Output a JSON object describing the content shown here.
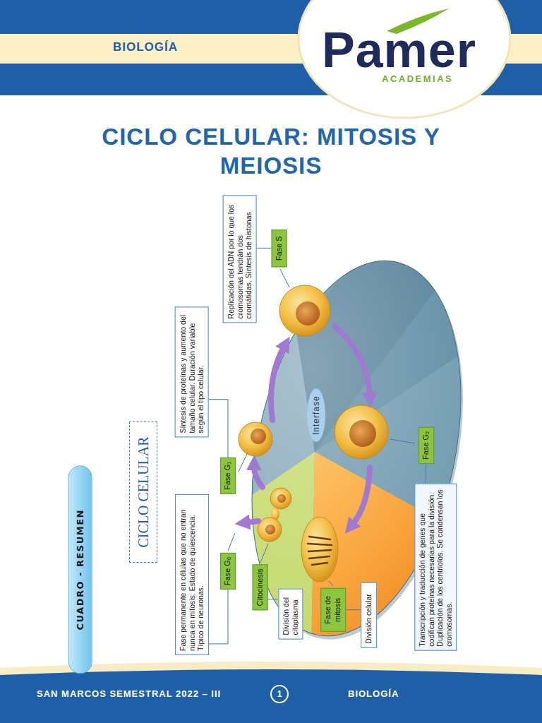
{
  "diagram": {
    "title": "CICLO CELULAR: MITOSIS Y MEIOSIS",
    "nodes": [
      {
        "text": [
          "CUADRO - RESUMEN"
        ]
      },
      {
        "text": [
          "CICLO CELULAR"
        ]
      },
      {
        "text": [
          "Fase G₀"
        ]
      },
      {
        "text": [
          "Fase permanente en células que no entran nunca en mitosis. Estado de quiescencia. Típico de neuronas."
        ]
      },
      {
        "text": [
          "Fase G₁"
        ]
      },
      {
        "text": [
          "Síntesis de proteínas y aumento del tamaño celular. Duración variable según el tipo celular."
        ]
      },
      {
        "text": [
          "Fase S"
        ]
      },
      {
        "text": [
          "Replicación del ADN por lo que los cromosomas tendrán dos cromátidas. Síntesis de histonas"
        ]
      },
      {
        "text": [
          "Citocinesis"
        ]
      },
      {
        "text": [
          "División del citoplasma"
        ]
      },
      {
        "text": [
          "Fase de mitosis"
        ]
      },
      {
        "text": [
          "División celular"
        ]
      },
      {
        "text": [
          "Fase G₂"
        ]
      },
      {
        "text": [
          "Transcripción y traducción de genes que codifican proteínas necesarias para la división. Duplicación de los centriolos. Se condensan los cromosomas."
        ]
      },
      {
        "text": [
          "1"
        ]
      }
    ],
    "edges": [
      {
        "from": 2,
        "to": 3,
        "arrow": "none"
      },
      {
        "from": 4,
        "to": 5,
        "arrow": "none"
      },
      {
        "from": 6,
        "to": 7,
        "arrow": "none"
      },
      {
        "from": 8,
        "to": 9,
        "arrow": "none"
      },
      {
        "from": 10,
        "to": 11,
        "arrow": "none"
      },
      {
        "from": 12,
        "to": 13,
        "arrow": "none"
      }
    ],
    "labels": [
      "BIOLOGÍA",
      "Pamer",
      "ACADEMIAS",
      "Interfase",
      "SAN MARCOS SEMESTRAL 2022 – III",
      "BIOLOGÍA"
    ]
  }
}
